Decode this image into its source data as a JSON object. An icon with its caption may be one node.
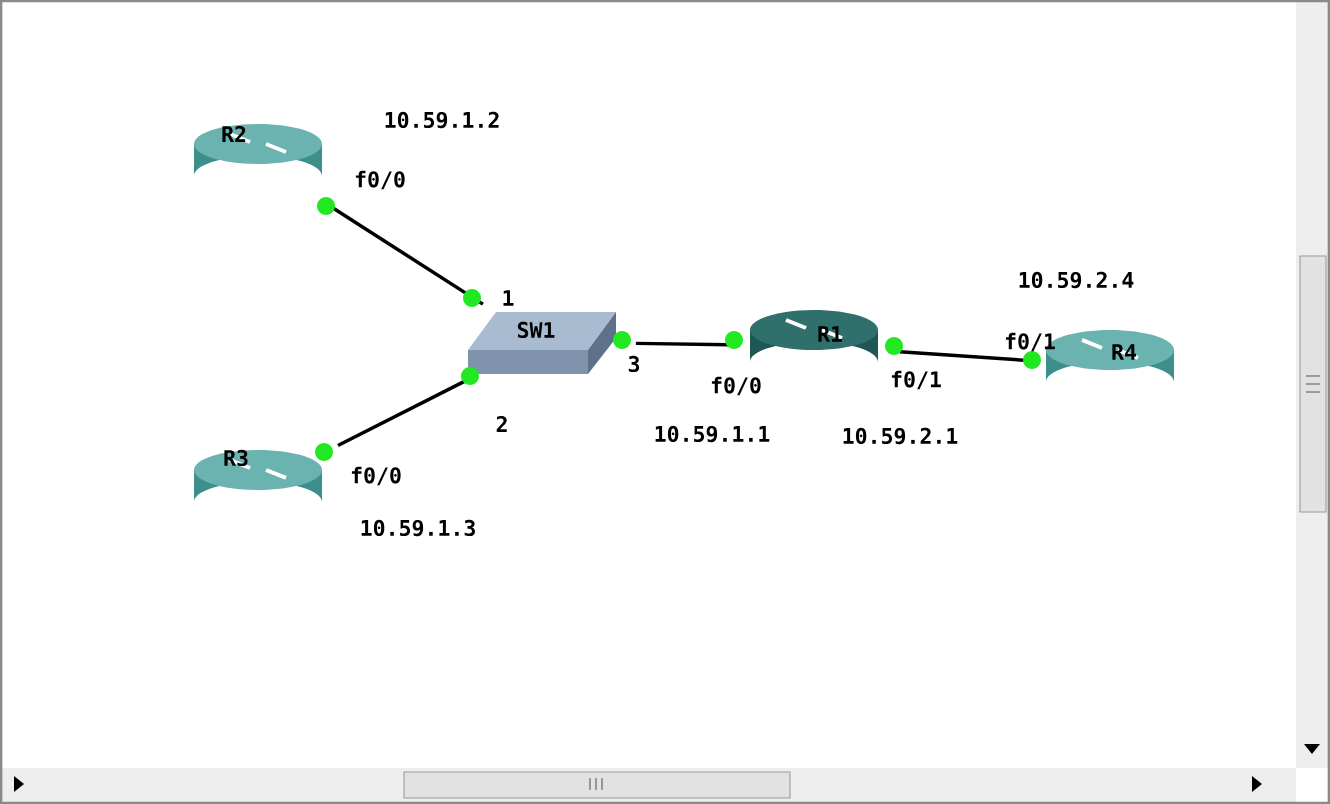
{
  "diagram": {
    "nodes": [
      {
        "text": [
          "R2"
        ]
      },
      {
        "text": [
          "R3"
        ]
      },
      {
        "text": [
          "SW1"
        ]
      },
      {
        "text": [
          "R1"
        ]
      },
      {
        "text": [
          "R4"
        ]
      }
    ],
    "edges": [
      {
        "from": 0,
        "to": 2,
        "arrow": "none"
      },
      {
        "from": 1,
        "to": 2,
        "arrow": "none"
      },
      {
        "from": 2,
        "to": 3,
        "arrow": "none"
      },
      {
        "from": 3,
        "to": 4,
        "arrow": "none"
      }
    ],
    "labels": [
      "10.59.1.2",
      "f0/0",
      "10.59.2.4",
      "1",
      "f0/1",
      "3",
      "f0/0",
      "f0/1",
      "2",
      "10.59.1.1",
      "10.59.2.1",
      "f0/0",
      "10.59.1.3"
    ]
  }
}
